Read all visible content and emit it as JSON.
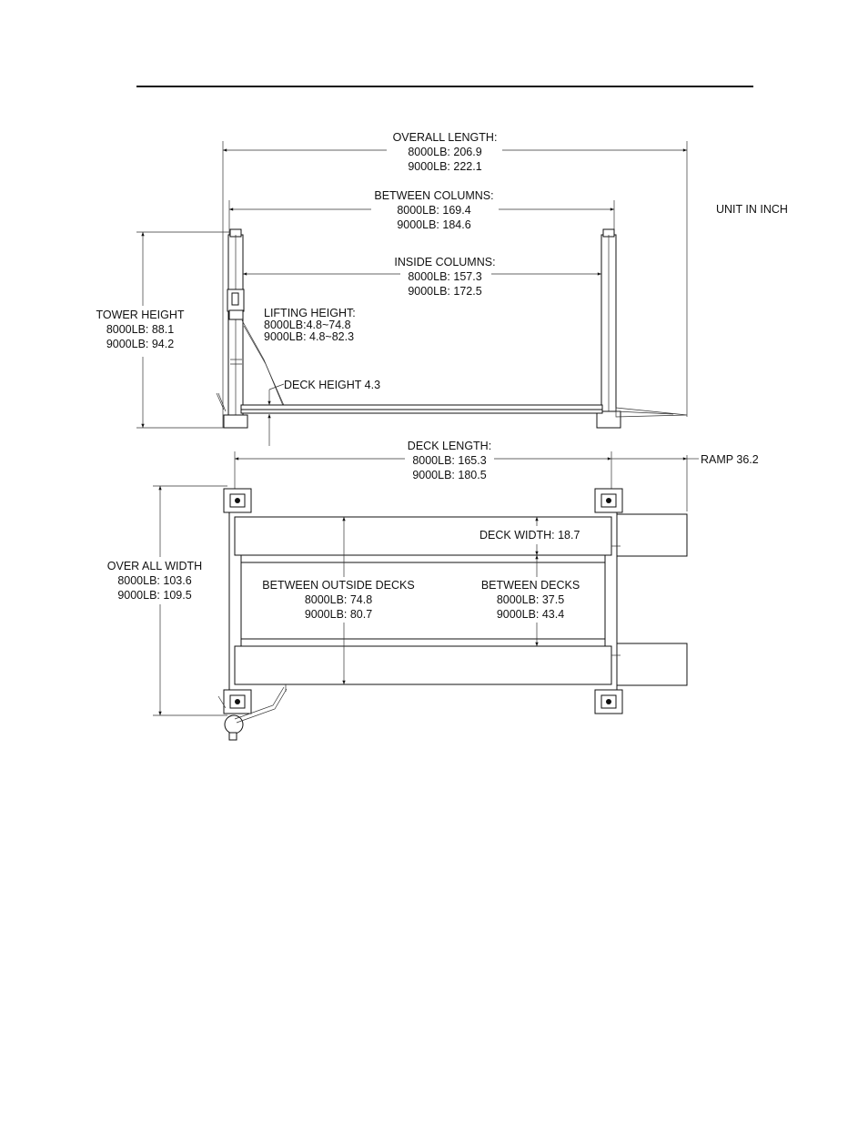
{
  "units_note": "UNIT IN INCH",
  "dims": {
    "overall_length": {
      "label": "OVERALL LENGTH:",
      "line_8000": "8000LB: 206.9",
      "line_9000": "9000LB:  222.1"
    },
    "between_columns": {
      "label": "BETWEEN COLUMNS:",
      "line_8000": "8000LB: 169.4",
      "line_9000": "9000LB:  184.6"
    },
    "inside_columns": {
      "label": "INSIDE COLUMNS:",
      "line_8000": "8000LB: 157.3",
      "line_9000": "9000LB: 172.5"
    },
    "tower_height": {
      "label": "TOWER HEIGHT",
      "line_8000": "8000LB: 88.1",
      "line_9000": "9000LB:  94.2"
    },
    "lifting_height": {
      "label": "LIFTING HEIGHT:",
      "line_8000": "8000LB:4.8~74.8",
      "line_9000": "9000LB: 4.8~82.3"
    },
    "deck_height": {
      "label": "DECK HEIGHT  4.3"
    },
    "deck_length": {
      "label": "DECK LENGTH:",
      "line_8000": "8000LB: 165.3",
      "line_9000": "9000LB:  180.5"
    },
    "ramp": {
      "label": "RAMP  36.2"
    },
    "deck_width": {
      "label": "DECK WIDTH:  18.7"
    },
    "overall_width": {
      "label": "OVER ALL WIDTH",
      "line_8000": "8000LB: 103.6",
      "line_9000": "9000LB: 109.5"
    },
    "between_outside_decks": {
      "label": "BETWEEN OUTSIDE DECKS",
      "line_8000": "8000LB: 74.8",
      "line_9000": "9000LB:  80.7"
    },
    "between_decks": {
      "label": "BETWEEN DECKS",
      "line_8000": "8000LB: 37.5",
      "line_9000": "9000LB:  43.4"
    }
  }
}
